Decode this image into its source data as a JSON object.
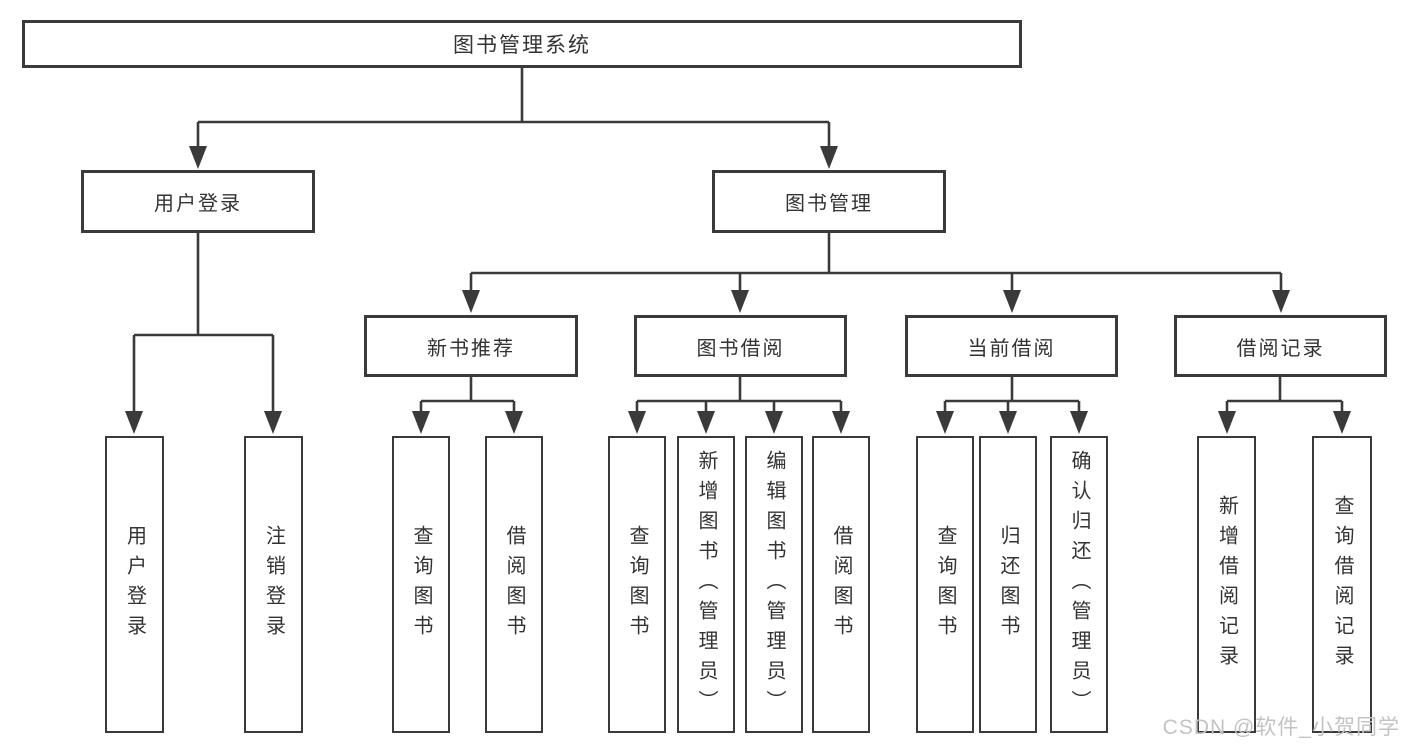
{
  "diagram": {
    "watermark": "CSDN @软件_小贺同学",
    "colors": {
      "line": "#3a3a3a",
      "text": "#333333",
      "watermark": "#c3c3c3",
      "bg": "#ffffff"
    },
    "tree": {
      "label": "图书管理系统",
      "children": [
        {
          "label": "用户登录",
          "children": [
            {
              "label": "用户登录"
            },
            {
              "label": "注销登录"
            }
          ]
        },
        {
          "label": "图书管理",
          "children": [
            {
              "label": "新书推荐",
              "children": [
                {
                  "label": "查询图书"
                },
                {
                  "label": "借阅图书"
                }
              ]
            },
            {
              "label": "图书借阅",
              "children": [
                {
                  "label": "查询图书"
                },
                {
                  "label": "新增图书（管理员）"
                },
                {
                  "label": "编辑图书（管理员）"
                },
                {
                  "label": "借阅图书"
                }
              ]
            },
            {
              "label": "当前借阅",
              "children": [
                {
                  "label": "查询图书"
                },
                {
                  "label": "归还图书"
                },
                {
                  "label": "确认归还（管理员）"
                }
              ]
            },
            {
              "label": "借阅记录",
              "children": [
                {
                  "label": "新增借阅记录"
                },
                {
                  "label": "查询借阅记录"
                }
              ]
            }
          ]
        }
      ]
    }
  }
}
